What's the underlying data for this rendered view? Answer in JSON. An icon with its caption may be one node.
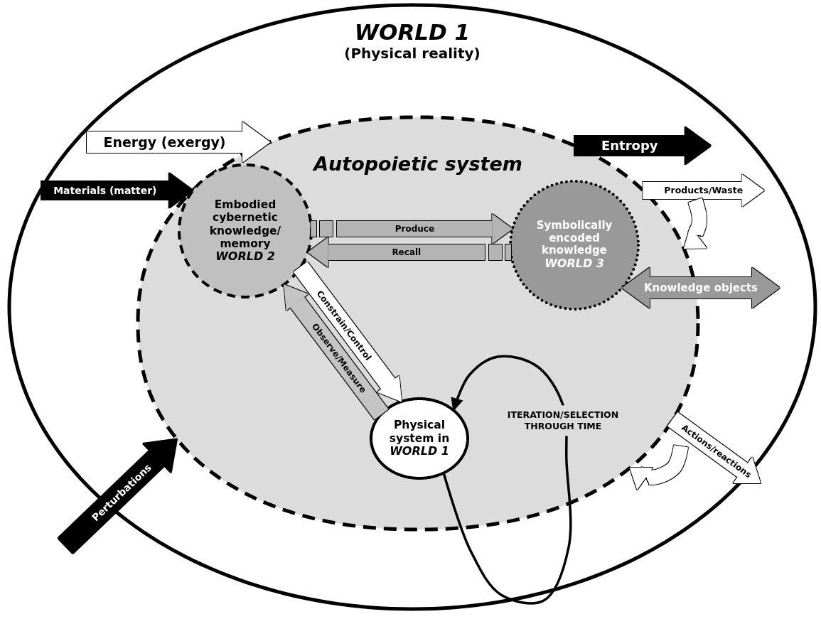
{
  "diagram": {
    "nodes": [
      {
        "text": [
          "WORLD 1",
          "(Physical reality)"
        ]
      },
      {
        "text": [
          "Autopoietic system"
        ],
        "in": 0
      },
      {
        "text": [
          "Embodied cybernetic knowledge/ memory",
          "WORLD 2"
        ],
        "in": 1
      },
      {
        "text": [
          "Symbolically encoded knowledge",
          "WORLD 3"
        ],
        "in": 1
      },
      {
        "text": [
          "Physical system in",
          "WORLD 1"
        ],
        "in": 1
      }
    ],
    "edges": [
      {
        "from": null,
        "to": 1,
        "arrow": "to",
        "label": "Energy (exergy)",
        "style": "thick"
      },
      {
        "from": null,
        "to": 1,
        "arrow": "to",
        "label": "Materials (matter)",
        "style": "thick",
        "color": "#000000"
      },
      {
        "from": 1,
        "to": null,
        "arrow": "to",
        "label": "Entropy",
        "style": "thick",
        "color": "#000000"
      },
      {
        "from": 1,
        "to": null,
        "arrow": "to",
        "label": "Products/Waste",
        "style": "thick"
      },
      {
        "from": null,
        "to": 1,
        "arrow": "to",
        "style": "thick"
      },
      {
        "from": 3,
        "to": null,
        "arrow": "both",
        "label": "Knowledge objects",
        "style": "thick",
        "color": "#999999"
      },
      {
        "from": 2,
        "to": 3,
        "arrow": "to",
        "label": "Produce",
        "style": "thick",
        "color": "#b4b4b4"
      },
      {
        "from": 3,
        "to": 2,
        "arrow": "to",
        "label": "Recall",
        "style": "thick",
        "color": "#b4b4b4"
      },
      {
        "from": 2,
        "to": 4,
        "arrow": "to",
        "label": "Constrain/Control",
        "style": "thick"
      },
      {
        "from": 4,
        "to": 2,
        "arrow": "to",
        "label": "Observe/Measure",
        "style": "thick",
        "color": "#c4c4c4"
      },
      {
        "from": 4,
        "to": 4,
        "arrow": "to",
        "label": "ITERATION/SELECTION THROUGH TIME",
        "color": "#000000"
      },
      {
        "from": null,
        "to": 1,
        "arrow": "to",
        "label": "Perturbations",
        "style": "thick",
        "color": "#000000"
      },
      {
        "from": 1,
        "to": null,
        "arrow": "to",
        "label": "Actions/reactions",
        "style": "thick"
      },
      {
        "from": null,
        "to": 1,
        "arrow": "to",
        "style": "thick"
      }
    ]
  }
}
